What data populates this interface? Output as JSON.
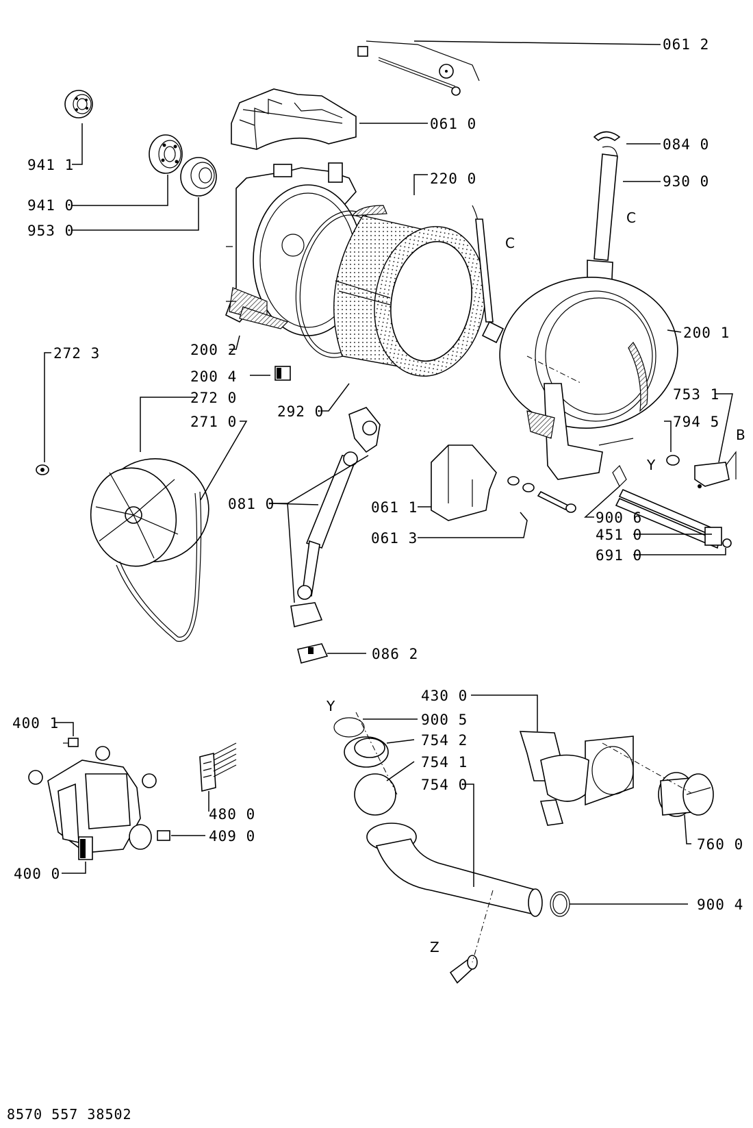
{
  "document_id": "8570 557 38502",
  "parts": [
    {
      "key": "p0612",
      "number": "061 2"
    },
    {
      "key": "p0610",
      "number": "061 0"
    },
    {
      "key": "p9411",
      "number": "941 1"
    },
    {
      "key": "p0840",
      "number": "084 0"
    },
    {
      "key": "p2200",
      "number": "220 0"
    },
    {
      "key": "p9300",
      "number": "930 0"
    },
    {
      "key": "p9410",
      "number": "941 0"
    },
    {
      "key": "p9530",
      "number": "953 0"
    },
    {
      "key": "p2001",
      "number": "200 1"
    },
    {
      "key": "p2723",
      "number": "272 3"
    },
    {
      "key": "p2002",
      "number": "200 2"
    },
    {
      "key": "p2004",
      "number": "200 4"
    },
    {
      "key": "p2720",
      "number": "272 0"
    },
    {
      "key": "p2710",
      "number": "271 0"
    },
    {
      "key": "p2920",
      "number": "292 0"
    },
    {
      "key": "p7531",
      "number": "753 1"
    },
    {
      "key": "p7945",
      "number": "794 5"
    },
    {
      "key": "p0810",
      "number": "081 0"
    },
    {
      "key": "p0611",
      "number": "061 1"
    },
    {
      "key": "p0613",
      "number": "061 3"
    },
    {
      "key": "p9006",
      "number": "900 6"
    },
    {
      "key": "p4510",
      "number": "451 0"
    },
    {
      "key": "p6910",
      "number": "691 0"
    },
    {
      "key": "p0862",
      "number": "086 2"
    },
    {
      "key": "p4300",
      "number": "430 0"
    },
    {
      "key": "p9005",
      "number": "900 5"
    },
    {
      "key": "p4001",
      "number": "400 1"
    },
    {
      "key": "p7542",
      "number": "754 2"
    },
    {
      "key": "p7541",
      "number": "754 1"
    },
    {
      "key": "p7540",
      "number": "754 0"
    },
    {
      "key": "p4800",
      "number": "480 0"
    },
    {
      "key": "p4090",
      "number": "409 0"
    },
    {
      "key": "p4000",
      "number": "400 0"
    },
    {
      "key": "p7600",
      "number": "760 0"
    },
    {
      "key": "p9004",
      "number": "900 4"
    }
  ],
  "letters": {
    "c1": "C",
    "c2": "C",
    "b": "B",
    "y1": "Y",
    "y2": "Y",
    "z": "Z"
  }
}
